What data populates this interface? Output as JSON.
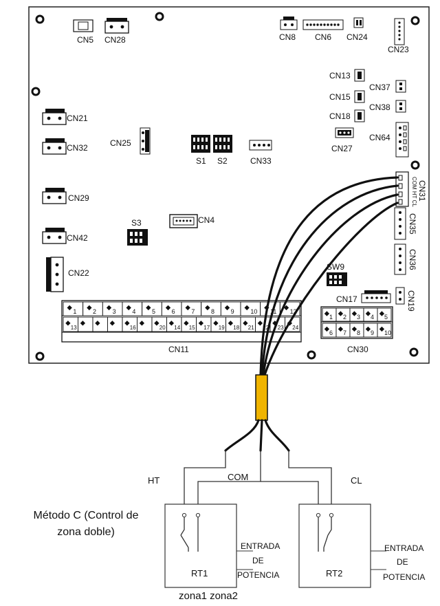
{
  "board": {
    "connectors": {
      "cn5": "CN5",
      "cn28": "CN28",
      "cn8": "CN8",
      "cn6": "CN6",
      "cn24": "CN24",
      "cn23": "CN23",
      "cn13": "CN13",
      "cn37": "CN37",
      "cn15": "CN15",
      "cn38": "CN38",
      "cn18": "CN18",
      "cn27": "CN27",
      "cn64": "CN64",
      "cn21": "CN21",
      "cn32": "CN32",
      "cn25": "CN25",
      "s1": "S1",
      "s2": "S2",
      "cn33": "CN33",
      "cn31": "CN31",
      "cn29": "CN29",
      "cn4": "CN4",
      "s3": "S3",
      "cn35": "CN35",
      "cn42": "CN42",
      "cn36": "CN36",
      "cn22": "CN22",
      "sw9": "SW9",
      "cn17": "CN17",
      "cn19": "CN19",
      "cn11": "CN11",
      "cn30": "CN30"
    },
    "cn11_top_pins": [
      "1",
      "2",
      "3",
      "4",
      "5",
      "6",
      "7",
      "8",
      "9",
      "10",
      "11",
      "12"
    ],
    "cn11_bottom_pins": [
      "13",
      "",
      "",
      "",
      "16",
      "",
      "20",
      "14",
      "15",
      "17",
      "19",
      "18",
      "21",
      "22",
      "23",
      "24"
    ],
    "cn30_top_pins": [
      "1",
      "2",
      "3",
      "4",
      "5"
    ],
    "cn30_bottom_pins": [
      "6",
      "7",
      "8",
      "9",
      "10"
    ],
    "cn31_pin_text": "COM HT CL"
  },
  "wiring": {
    "ht": "HT",
    "com": "COM",
    "cl": "CL"
  },
  "thermostats": {
    "rt1": "RT1",
    "rt2": "RT2",
    "power_input_line1": "ENTRADA",
    "power_input_line2": "DE",
    "power_input_line3": "POTENCIA"
  },
  "captions": {
    "method_line1": "Método C (Control de",
    "method_line2": "zona doble)",
    "zones": "zona1 zona2"
  }
}
